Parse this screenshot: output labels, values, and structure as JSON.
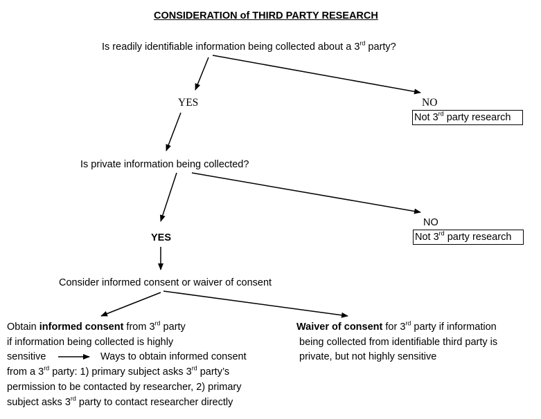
{
  "title": "CONSIDERATION of THIRD PARTY RESEARCH",
  "q1": {
    "pre": "Is readily identifiable information being collected about a 3",
    "sup": "rd",
    "post": " party?"
  },
  "yes1": "YES",
  "no1": "NO",
  "no1_box": {
    "pre": "Not 3",
    "sup": "rd",
    "post": " party research"
  },
  "q2": "Is private information being collected?",
  "yes2": "YES",
  "no2": "NO",
  "no2_box": {
    "pre": "Not 3",
    "sup": "rd",
    "post": " party research"
  },
  "consider": "Consider informed consent or waiver of consent",
  "left": {
    "l1_a": "Obtain ",
    "l1_bold": "informed consent",
    "l1_b": " from 3",
    "l1_sup": "rd",
    "l1_c": " party",
    "l2": "if information being collected is highly",
    "l3_a": "sensitive",
    "l3_b": "Ways to obtain informed consent",
    "l4_a": "from a 3",
    "l4_sup": "rd",
    "l4_b": " party:  1) primary subject asks 3",
    "l4_sup2": "rd",
    "l4_c": " party’s",
    "l5": "permission to be contacted by researcher, 2) primary",
    "l6_a": "subject asks 3",
    "l6_sup": "rd",
    "l6_b": " party to contact researcher directly"
  },
  "right": {
    "l1_bold": "Waiver of consent",
    "l1_a": " for 3",
    "l1_sup": "rd",
    "l1_b": " party if information",
    "l2": "being collected from identifiable third party is",
    "l3": "private, but not highly sensitive"
  }
}
